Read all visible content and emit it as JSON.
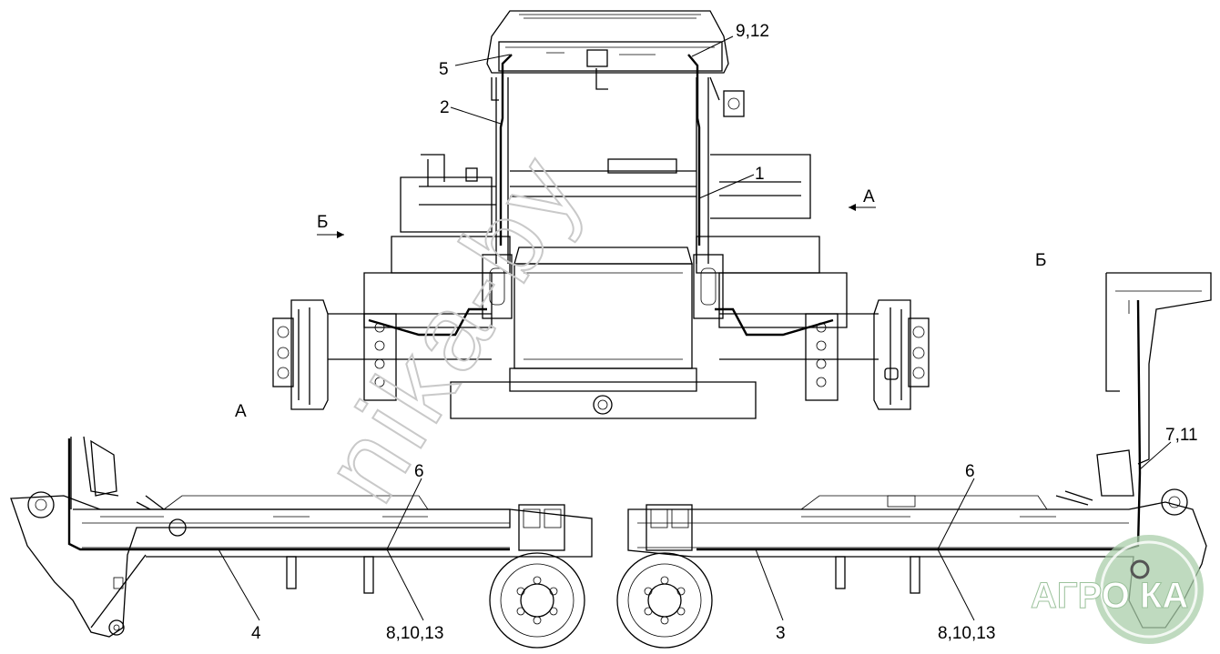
{
  "callouts": {
    "c1": "1",
    "c2": "2",
    "c3": "3",
    "c4": "4",
    "c5": "5",
    "c6_left": "6",
    "c6_right": "6",
    "c7_11": "7,11",
    "c8_10_13_left": "8,10,13",
    "c8_10_13_right": "8,10,13",
    "c9_12": "9,12"
  },
  "view_labels": {
    "a_arrow": "А",
    "b_arrow": "Б",
    "view_a": "А",
    "view_b": "Б"
  },
  "watermark": "nika-by",
  "logo": {
    "text": "АГРО  КА",
    "color": "#9cc29c"
  }
}
